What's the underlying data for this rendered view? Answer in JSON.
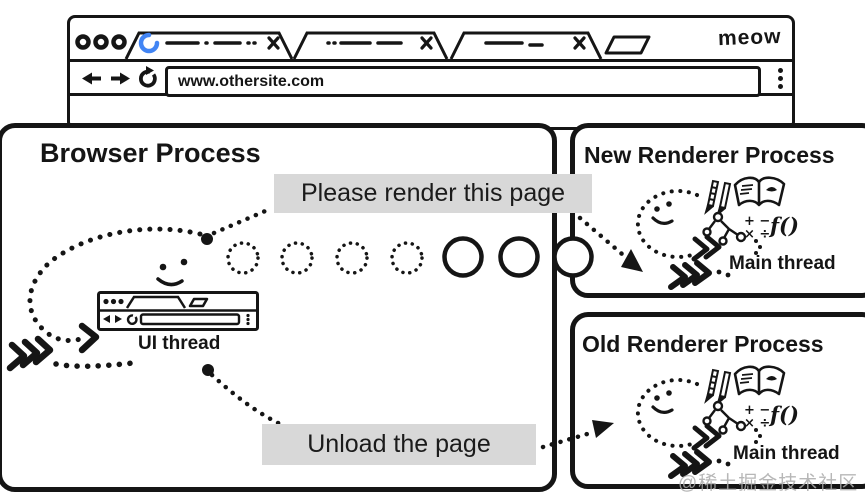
{
  "browser_window": {
    "url": "www.othersite.com",
    "brand_text": "meow"
  },
  "diagram": {
    "browser_process": {
      "title": "Browser Process",
      "ui_thread_label": "UI thread",
      "message_render": "Please render this page",
      "message_unload": "Unload the page"
    },
    "new_renderer_process": {
      "title": "New Renderer Process",
      "main_thread_label": "Main thread"
    },
    "old_renderer_process": {
      "title": "Old Renderer Process",
      "main_thread_label": "Main thread"
    },
    "renderer_icons": {
      "fn_glyph": "f()",
      "math_row1": "+ −",
      "math_row2": "× ÷"
    }
  },
  "watermark": {
    "text": "@稀土掘金技术社区"
  },
  "colors": {
    "ink": "#151515",
    "label_background": "#d8d8d8",
    "spinner_blue": "#4285f4",
    "watermark_gray": "#ababab"
  },
  "icons": {
    "traffic-lights-icon": "three circles",
    "loading-spinner-icon": "blue partial ring",
    "close-icon": "x",
    "new-tab-icon": "parallelogram",
    "back-icon": "left arrow",
    "forward-icon": "right arrow",
    "reload-icon": "circular arrow",
    "menu-kebab-icon": "vertical dots",
    "smiley-icon": "two eyes and smile",
    "chevrons-icon": "triple chevron",
    "pencil-icon": "pencil and ruler",
    "book-icon": "open book",
    "dom-tree-icon": "nodes and edges",
    "math-icon": "plus minus times divide",
    "function-icon": "f()"
  }
}
